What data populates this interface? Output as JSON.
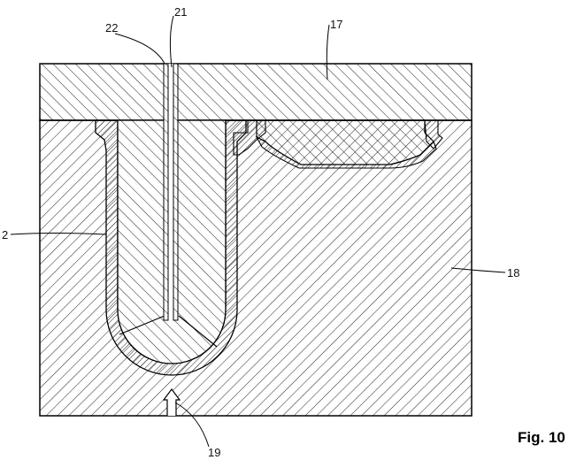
{
  "figure_label": "Fig. 10",
  "labels": {
    "l22": "22",
    "l21": "21",
    "l17": "17",
    "l2": "2",
    "l18": "18",
    "l19": "19"
  }
}
